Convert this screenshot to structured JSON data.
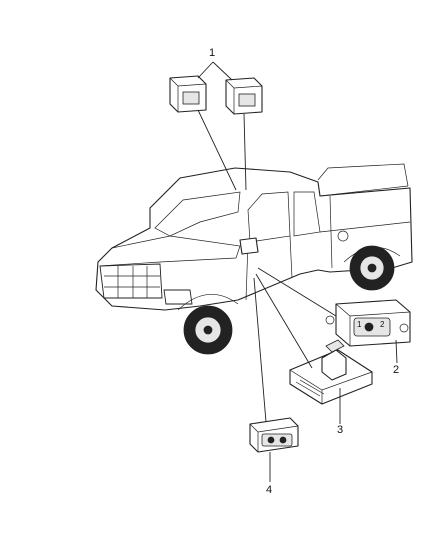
{
  "callouts": [
    {
      "id": "1",
      "label": "1"
    },
    {
      "id": "2",
      "label": "2"
    },
    {
      "id": "3",
      "label": "3"
    },
    {
      "id": "4",
      "label": "4"
    }
  ],
  "switch_labels": {
    "left_position": "1",
    "right_position": "2"
  }
}
